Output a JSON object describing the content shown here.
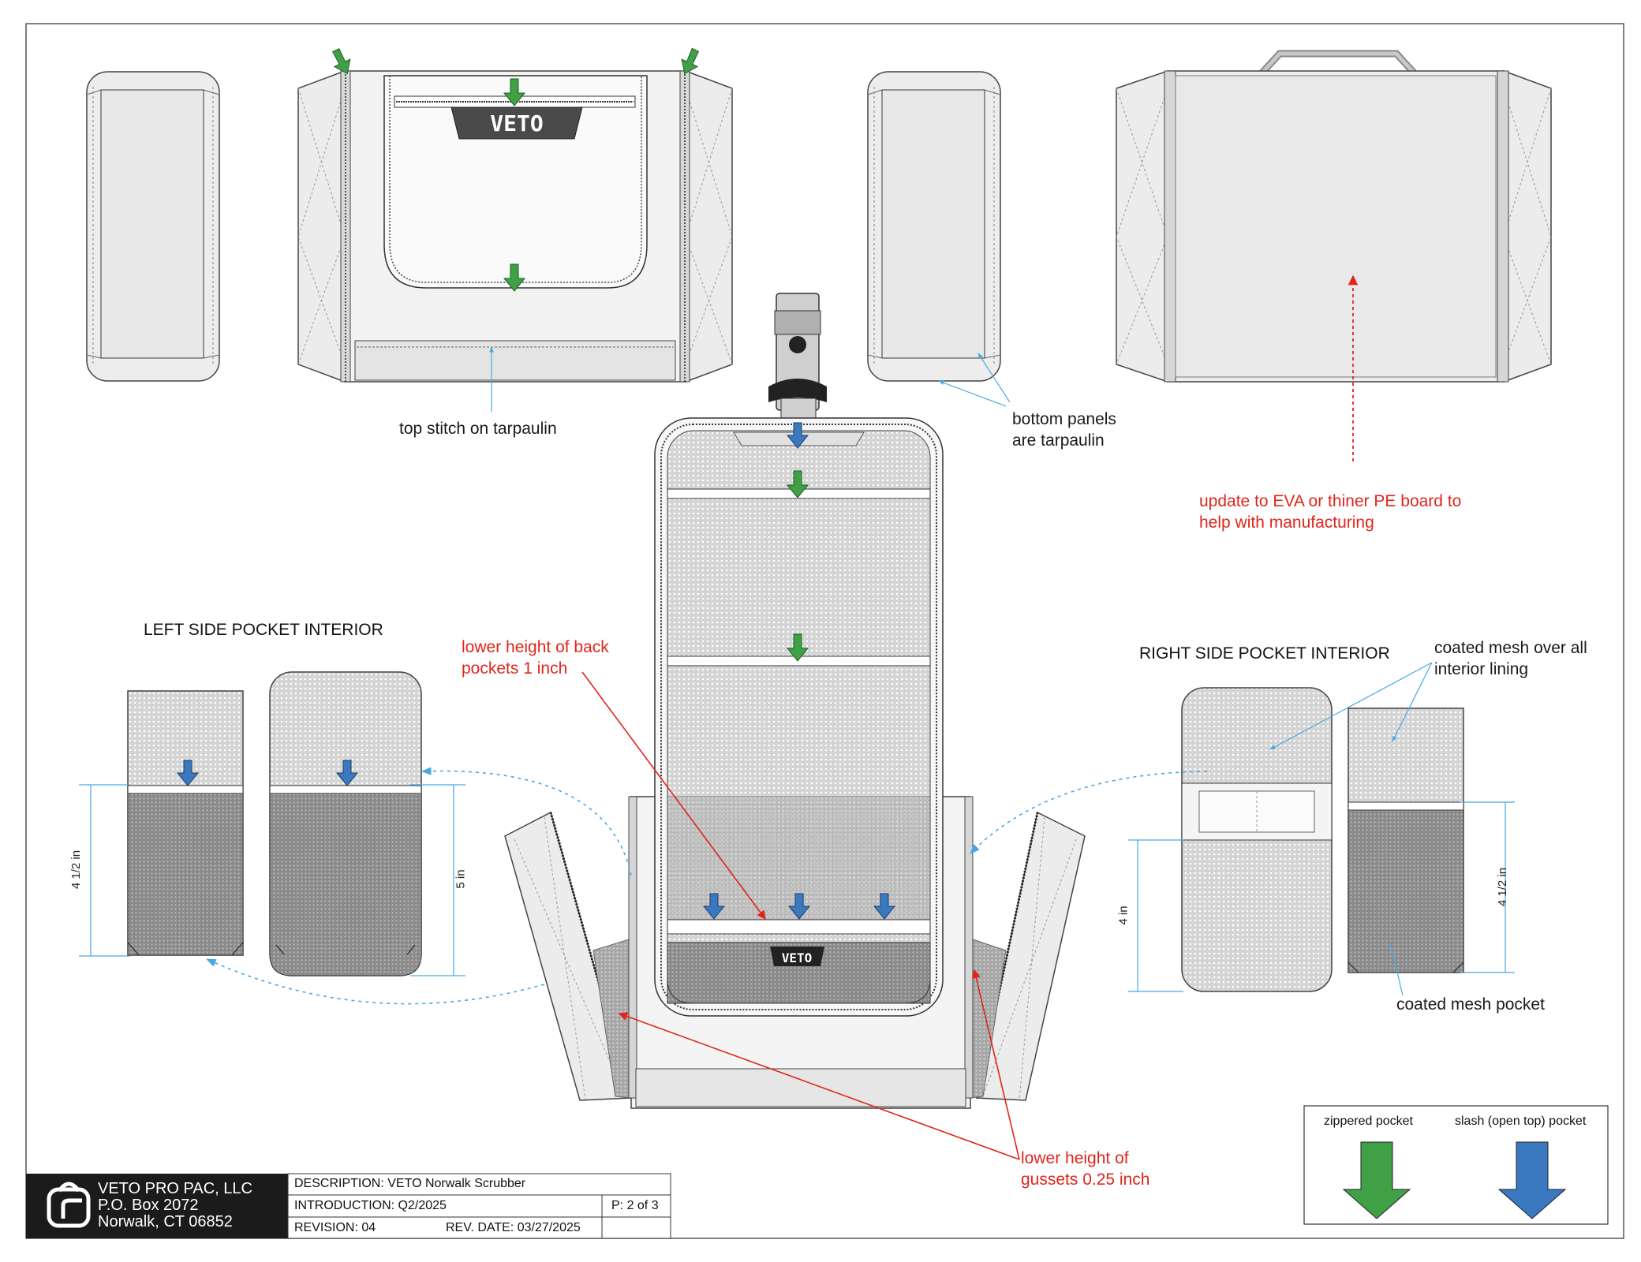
{
  "annotations": {
    "top_stitch": "top stitch on tarpaulin",
    "bottom_panels": "bottom panels\nare tarpaulin",
    "update_board": "update to EVA or thiner PE board to\nhelp with manufacturing",
    "lower_back_pockets": "lower height of back\npockets 1 inch",
    "coated_mesh_lining": "coated mesh over all\ninterior lining",
    "coated_mesh_pocket": "coated mesh pocket",
    "lower_gussets": "lower height of\ngussets 0.25 inch"
  },
  "headings": {
    "left_side": "LEFT SIDE POCKET INTERIOR",
    "right_side": "RIGHT SIDE POCKET INTERIOR"
  },
  "dimensions": {
    "left_a": "4 1/2 in",
    "left_b": "5 in",
    "right_a": "4 in",
    "right_b": "4 1/2 in"
  },
  "brand_labels": [
    "VETO",
    "VETO"
  ],
  "legend": {
    "zippered": "zippered pocket",
    "slash": "slash (open top) pocket",
    "zippered_color": "#3fa046",
    "slash_color": "#3a78c0"
  },
  "title_block": {
    "company": "VETO PRO PAC, LLC\nP.O. Box 2072\nNorwalk, CT 06852",
    "description": "DESCRIPTION: VETO Norwalk Scrubber",
    "introduction": "INTRODUCTION: Q2/2025",
    "page": "P: 2 of 3",
    "revision": "REVISION: 04",
    "rev_date": "REV. DATE: 03/27/2025"
  },
  "colors": {
    "annotation_red": "#e0251b",
    "leader_blue": "#4aa8e0",
    "panel_gray": "#e6e6e6",
    "mesh_gray": "#c8c8c8"
  }
}
